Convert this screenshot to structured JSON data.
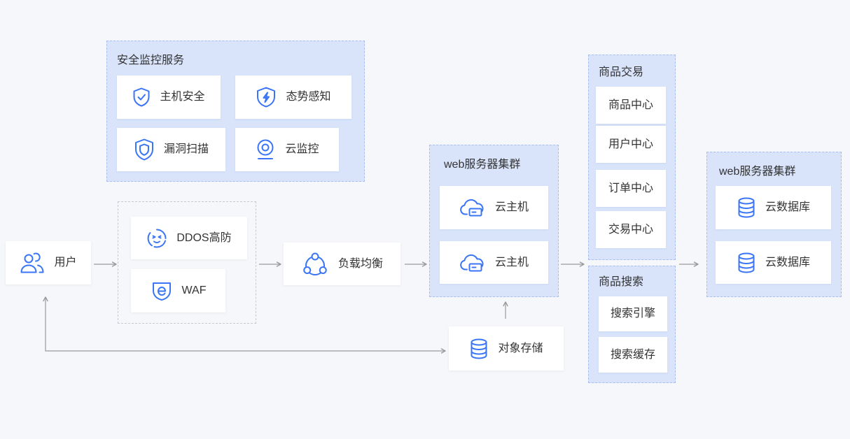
{
  "colors": {
    "background": "#f5f7fa",
    "group_fill": "#d9e4fb",
    "group_border": "#a9c0ef",
    "plain_border": "#c6c9cf",
    "accent": "#3a75f6",
    "text": "#333333",
    "arrow": "#9a9a9a",
    "card": "#ffffff"
  },
  "user": {
    "label": "用户",
    "icon": "users-icon"
  },
  "security_monitoring": {
    "title": "安全监控服务",
    "items": [
      {
        "label": "主机安全",
        "icon": "shield-check-icon"
      },
      {
        "label": "态势感知",
        "icon": "shield-bolt-icon"
      },
      {
        "label": "漏洞扫描",
        "icon": "shield-icon"
      },
      {
        "label": "云监控",
        "icon": "monitor-icon"
      }
    ]
  },
  "protection": {
    "items": [
      {
        "label": "DDOS高防",
        "icon": "ddos-icon"
      },
      {
        "label": "WAF",
        "icon": "waf-icon"
      }
    ]
  },
  "load_balancer": {
    "label": "负载均衡",
    "icon": "load-balance-icon"
  },
  "web_cluster": {
    "title": "web服务器集群",
    "items": [
      {
        "label": "云主机",
        "icon": "cloud-host-icon"
      },
      {
        "label": "云主机",
        "icon": "cloud-host-icon"
      }
    ]
  },
  "object_storage": {
    "label": "对象存储",
    "icon": "database-icon"
  },
  "product_trade": {
    "title": "商品交易",
    "items": [
      "商品中心",
      "用户中心",
      "订单中心",
      "交易中心"
    ]
  },
  "product_search": {
    "title": "商品搜索",
    "items": [
      "搜索引擎",
      "搜索缓存"
    ]
  },
  "database_cluster": {
    "title": "web服务器集群",
    "items": [
      {
        "label": "云数据库",
        "icon": "database-icon"
      },
      {
        "label": "云数据库",
        "icon": "database-icon"
      }
    ]
  }
}
